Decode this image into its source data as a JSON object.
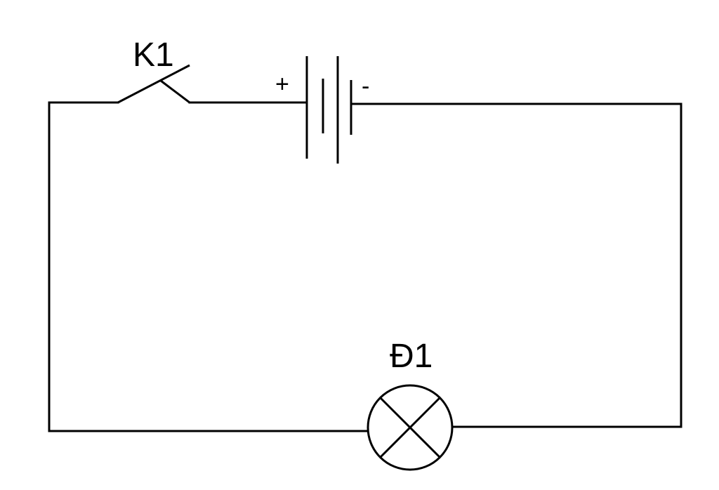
{
  "diagram": {
    "switch": {
      "label": "K1",
      "state": "open"
    },
    "battery": {
      "plus": "+",
      "minus": "-"
    },
    "lamp": {
      "label": "Đ1"
    },
    "colors": {
      "line": "#000000",
      "background": "#ffffff"
    }
  }
}
